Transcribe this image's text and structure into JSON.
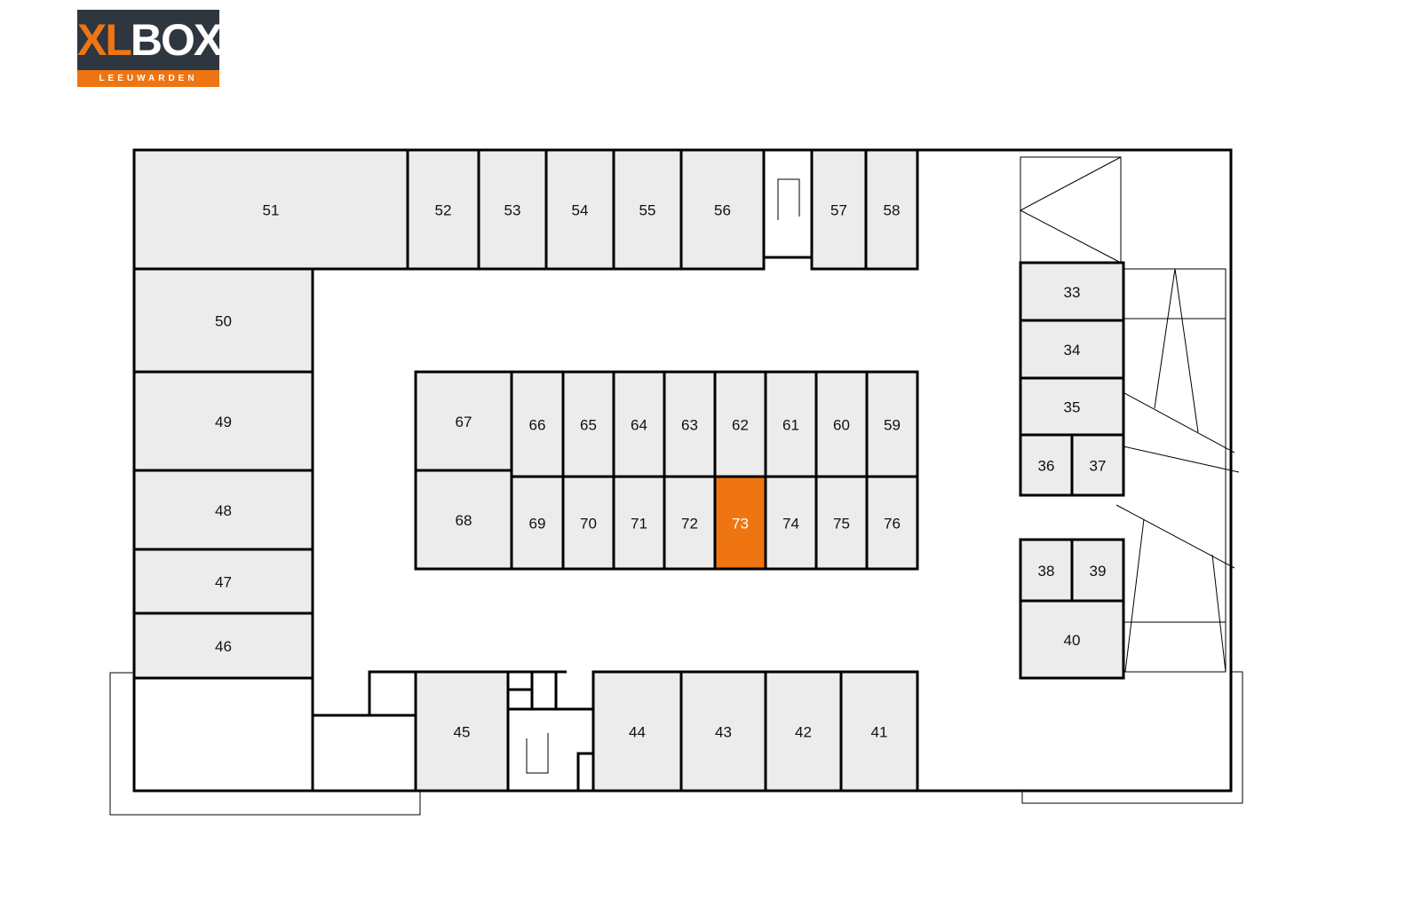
{
  "logo": {
    "xl": "XL",
    "box": "BOX",
    "city": "LEEUWARDEN"
  },
  "colors": {
    "unit_fill": "#ececec",
    "selected_fill": "#ee7511",
    "logo_bg": "#2e3640"
  },
  "selected_unit": "73",
  "units": [
    "33",
    "34",
    "35",
    "36",
    "37",
    "38",
    "39",
    "40",
    "41",
    "42",
    "43",
    "44",
    "45",
    "46",
    "47",
    "48",
    "49",
    "50",
    "51",
    "52",
    "53",
    "54",
    "55",
    "56",
    "57",
    "58",
    "59",
    "60",
    "61",
    "62",
    "63",
    "64",
    "65",
    "66",
    "67",
    "68",
    "69",
    "70",
    "71",
    "72",
    "73",
    "74",
    "75",
    "76"
  ]
}
